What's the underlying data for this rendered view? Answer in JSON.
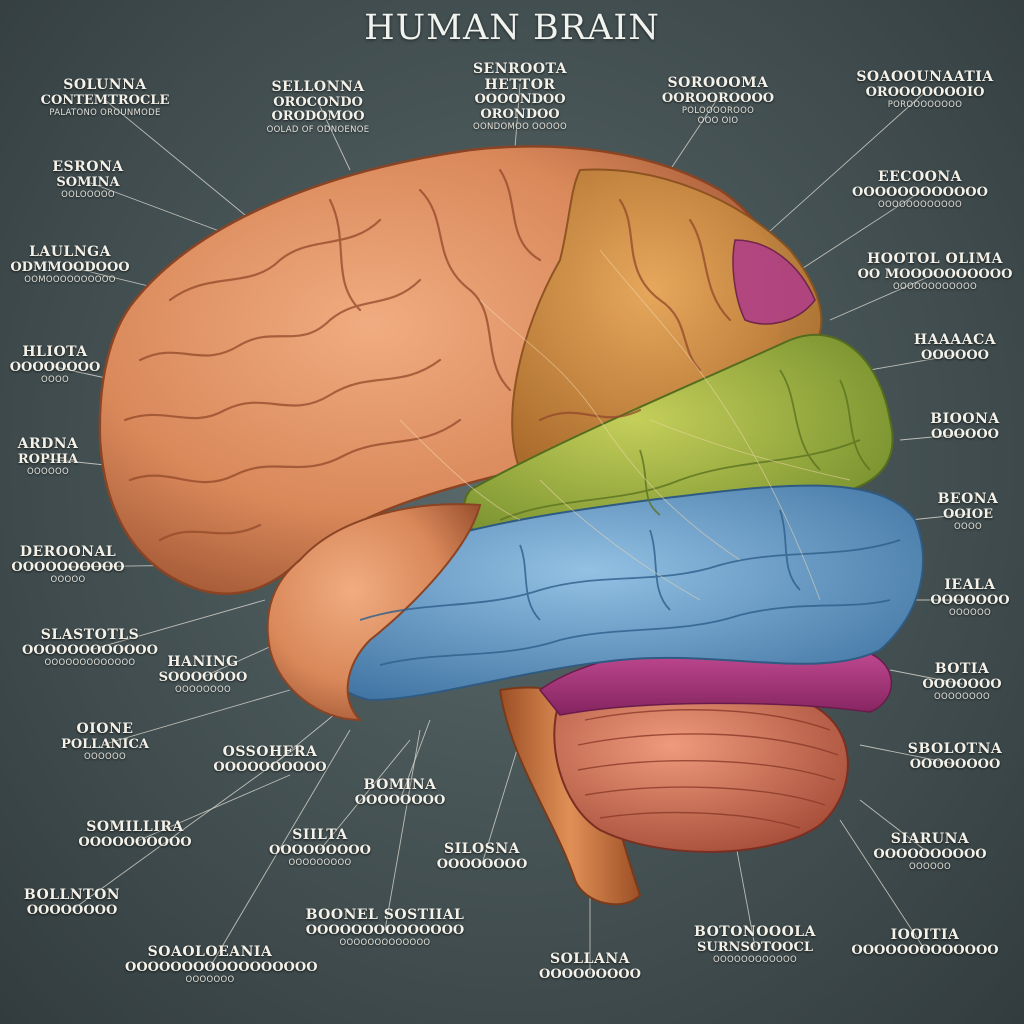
{
  "page": {
    "title": "HUMAN BRAIN"
  },
  "colors": {
    "frontal": "#d9885a",
    "parietal": "#c98a3e",
    "occipital": "#a6b43c",
    "temporal": "#5f97c8",
    "magenta": "#b03f86",
    "cerebellum": "#cf6f55",
    "brainstem": "#c7703d",
    "background": "#4a5759",
    "leader_line": "#e6e2d8"
  },
  "labels": [
    {
      "id": "l1",
      "lines": [
        "SOLUNNA",
        "CONTEMTROCLE",
        "PALATONO OROUNMODE"
      ]
    },
    {
      "id": "l2",
      "lines": [
        "SELLONNA",
        "OROCONDO ORODOMOO",
        "OOLAD OF ODNOENOE"
      ]
    },
    {
      "id": "l3",
      "lines": [
        "SENROOTA HETTOR",
        "OOOONDOO ORONDOO",
        "OONDOMOO OOOOO"
      ]
    },
    {
      "id": "l4",
      "lines": [
        "SOROOOMA",
        "OOROOROOOO",
        "POLOOOOROOO",
        "OOO OIO"
      ]
    },
    {
      "id": "l5",
      "lines": [
        "SOAOOUNAATIA",
        "OROOOOOOOIO",
        "POROOOOOOOO"
      ]
    },
    {
      "id": "l6",
      "lines": [
        "ESRONA",
        "SOMINA",
        "OOLOOOOO"
      ]
    },
    {
      "id": "l7",
      "lines": [
        "EECOONA",
        "OOOOOOOOOOOO",
        "OOOOOOOOOOOO"
      ]
    },
    {
      "id": "l8",
      "lines": [
        "LAULNGA",
        "ODMMOODOOO",
        "OOMOOOOOOOOOO"
      ]
    },
    {
      "id": "l9",
      "lines": [
        "HOOTOL OLIMA",
        "OO MOOOOOOOOOO",
        "OOOOOOOOOOOO"
      ]
    },
    {
      "id": "l10",
      "lines": [
        "HLIOTA",
        "OOOOOOOO",
        "OOOO"
      ]
    },
    {
      "id": "l11",
      "lines": [
        "HAAAACA",
        "OOOOOO"
      ]
    },
    {
      "id": "l12",
      "lines": [
        "ARDNA",
        "ROPIHA",
        "OOOOOO"
      ]
    },
    {
      "id": "l13",
      "lines": [
        "BIOONA",
        "OOOOOO"
      ]
    },
    {
      "id": "l14",
      "lines": [
        "BEONA",
        "OOIOE",
        "OOOO"
      ]
    },
    {
      "id": "l15",
      "lines": [
        "DEROONAL",
        "OOOOOOOOOO",
        "OOOOO"
      ]
    },
    {
      "id": "l16",
      "lines": [
        "IEALA",
        "OOOOOOO",
        "OOOOOO"
      ]
    },
    {
      "id": "l17",
      "lines": [
        "SLASTOTLS",
        "OOOOOOOOOOOO",
        "OOOOOOOOOOOOO"
      ]
    },
    {
      "id": "l18",
      "lines": [
        "HANING",
        "SOOOOOOO",
        "OOOOOOOO"
      ]
    },
    {
      "id": "l19",
      "lines": [
        "BOTIA",
        "OOOOOOO",
        "OOOOOOOO"
      ]
    },
    {
      "id": "l20",
      "lines": [
        "OIONE",
        "POLLANICA",
        "OOOOOO"
      ]
    },
    {
      "id": "l21",
      "lines": [
        "OSSOHERA",
        "OOOOOOOOOO"
      ]
    },
    {
      "id": "l22",
      "lines": [
        "SBOLOTNA",
        "OOOOOOOO"
      ]
    },
    {
      "id": "l23",
      "lines": [
        "BOMINA",
        "OOOOOOOO"
      ]
    },
    {
      "id": "l24",
      "lines": [
        "SOMILLIRA",
        "OOOOOOOOOO"
      ]
    },
    {
      "id": "l25",
      "lines": [
        "SIILTA",
        "OOOOOOOOO",
        "OOOOOOOOO"
      ]
    },
    {
      "id": "l26",
      "lines": [
        "SILOSNA",
        "OOOOOOOO"
      ]
    },
    {
      "id": "l27",
      "lines": [
        "SIARUNA",
        "OOOOOOOOOO",
        "OOOOOO"
      ]
    },
    {
      "id": "l28",
      "lines": [
        "BOLLNTON",
        "OOOOOOOO"
      ]
    },
    {
      "id": "l29",
      "lines": [
        "BOONEL SOSTIIAL",
        "OOOOOOOOOOOOOO",
        "OOOOOOOOOOOOO"
      ]
    },
    {
      "id": "l30",
      "lines": [
        "SOAOLOEANIA",
        "OOOOOOOOOOOOOOOOO",
        "OOOOOOO"
      ]
    },
    {
      "id": "l31",
      "lines": [
        "SOLLANA",
        "OOOOOOOOO"
      ]
    },
    {
      "id": "l32",
      "lines": [
        "BOTONOOOLA",
        "SURNSOTOOCL",
        "OOOOOOOOOOOO"
      ]
    },
    {
      "id": "l33",
      "lines": [
        "IOOITIA",
        "OOOOOOOOOOOOO"
      ]
    }
  ]
}
